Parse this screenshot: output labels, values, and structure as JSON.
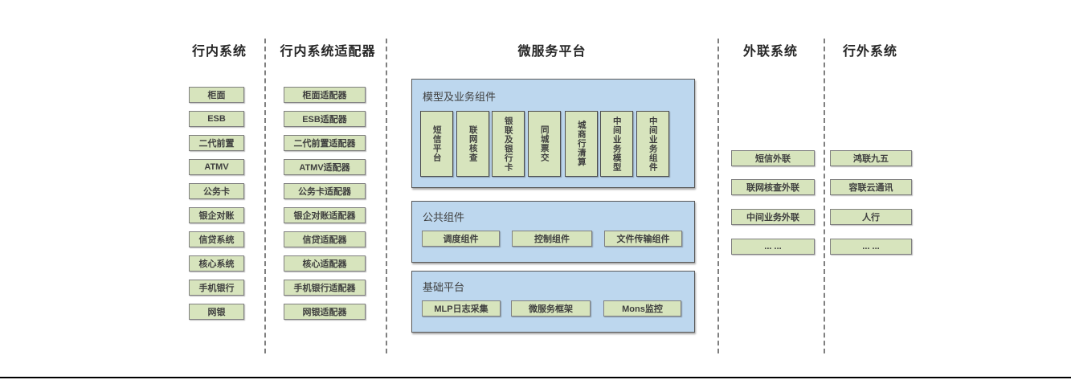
{
  "colors": {
    "node_green": "#d7e4bd",
    "panel_blue": "#bdd7ee",
    "border_gray": "#7f7f7f",
    "rule_black": "#000000"
  },
  "col1": {
    "title": "行内系统",
    "items": [
      "柜面",
      "ESB",
      "二代前置",
      "ATMV",
      "公务卡",
      "银企对账",
      "信贷系统",
      "核心系统",
      "手机银行",
      "网银"
    ]
  },
  "col2": {
    "title": "行内系统适配器",
    "items": [
      "柜面适配器",
      "ESB适配器",
      "二代前置适配器",
      "ATMV适配器",
      "公务卡适配器",
      "银企对账适配器",
      "信贷适配器",
      "核心适配器",
      "手机银行适配器",
      "网银适配器"
    ]
  },
  "platform": {
    "title": "微服务平台",
    "model": {
      "title": "模型及业务组件",
      "items": [
        "短信平台",
        "联网核查",
        "银联及银行卡",
        "同城票交",
        "城商行清算",
        "中间业务模型",
        "中间业务组件"
      ]
    },
    "common": {
      "title": "公共组件",
      "items": [
        "调度组件",
        "控制组件",
        "文件传输组件"
      ]
    },
    "base": {
      "title": "基础平台",
      "items": [
        "MLP日志采集",
        "微服务框架",
        "Mons监控"
      ]
    }
  },
  "col4": {
    "title": "外联系统",
    "items": [
      "短信外联",
      "联网核查外联",
      "中间业务外联",
      "... ..."
    ]
  },
  "col5": {
    "title": "行外系统",
    "items": [
      "鸿联九五",
      "容联云通讯",
      "人行",
      "... ..."
    ]
  }
}
